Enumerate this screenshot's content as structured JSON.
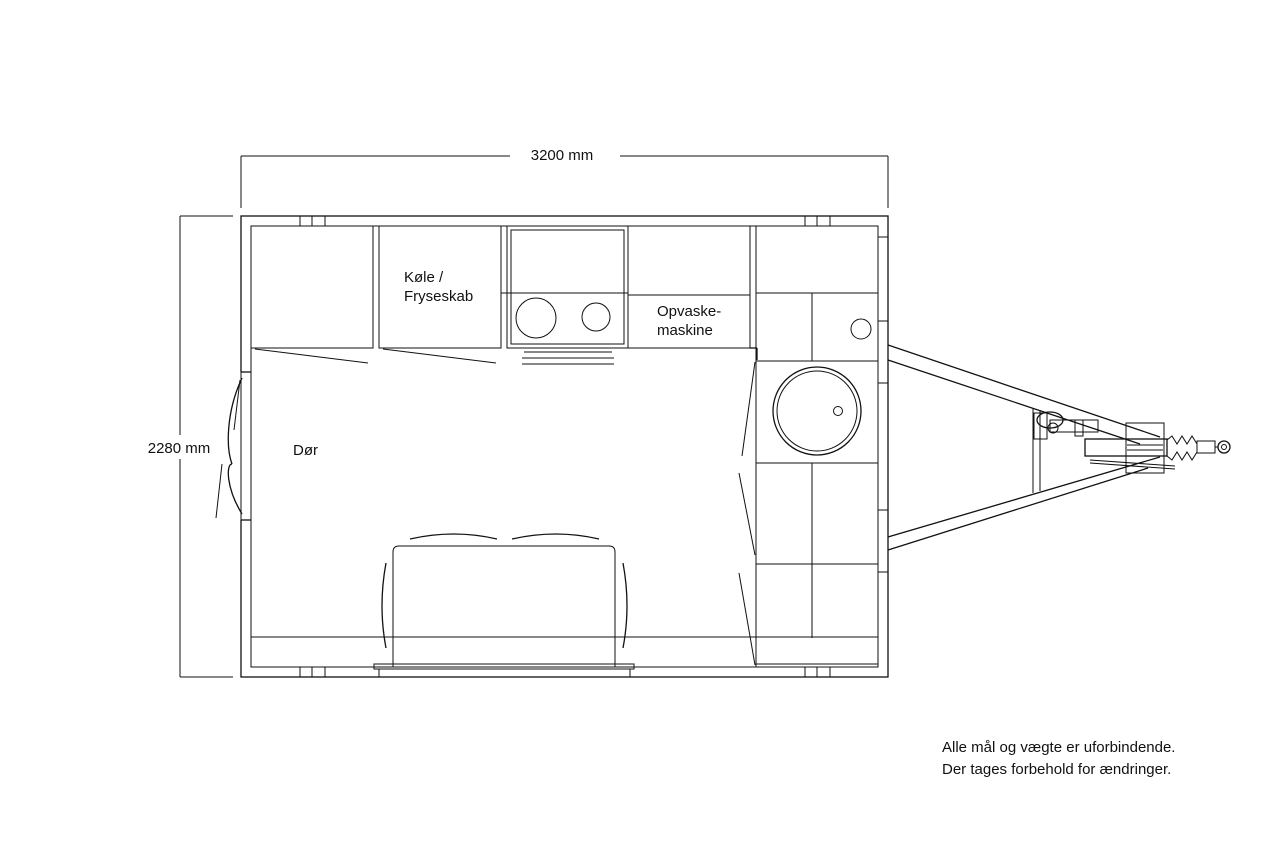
{
  "dimensions": {
    "width_label": "3200 mm",
    "height_label": "2280 mm"
  },
  "labels": {
    "fridge_line1": "Køle /",
    "fridge_line2": "Fryseskab",
    "dishwasher_line1": "Opvaske-",
    "dishwasher_line2": "maskine",
    "door": "Dør"
  },
  "disclaimer": {
    "line1": "Alle mål og vægte er uforbindende.",
    "line2": "Der tages forbehold for ændringer."
  },
  "colors": {
    "line": "#111111",
    "background": "#ffffff"
  }
}
